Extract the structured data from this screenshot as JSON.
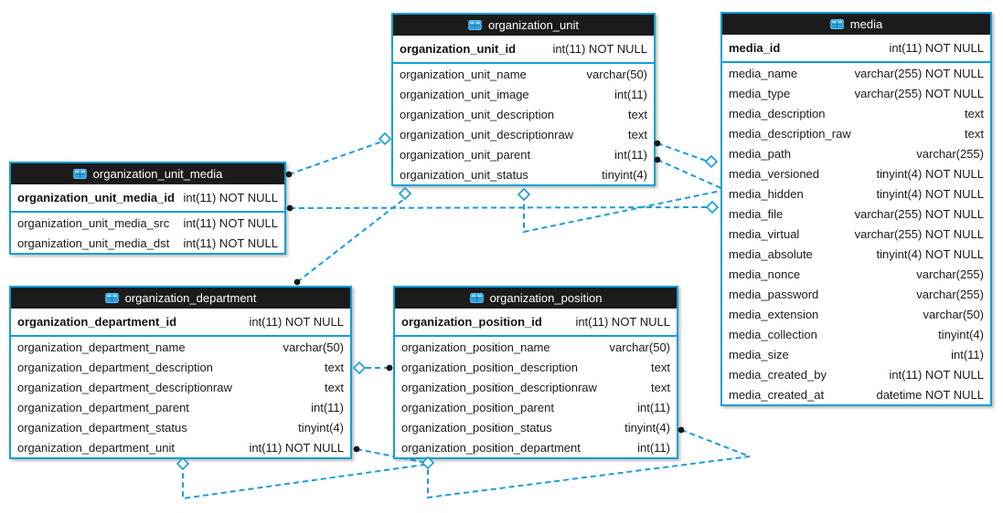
{
  "diagram": {
    "colors": {
      "table_border": "#0f9fd6",
      "header_bg": "#1b1b1b",
      "header_text": "#ffffff",
      "relationship_line": "#199cd8",
      "endpoint_dot": "#161616",
      "diamond_fill": "#ffffff",
      "row_bg": "#ffffff",
      "row_text": "#1a1a1a"
    },
    "tables": [
      {
        "id": "organization_unit",
        "title": "organization_unit",
        "icon": "table-icon",
        "primary_key": {
          "name": "organization_unit_id",
          "type": "int(11) NOT NULL"
        },
        "columns": [
          {
            "name": "organization_unit_name",
            "type": "varchar(50)"
          },
          {
            "name": "organization_unit_image",
            "type": "int(11)"
          },
          {
            "name": "organization_unit_description",
            "type": "text"
          },
          {
            "name": "organization_unit_descriptionraw",
            "type": "text"
          },
          {
            "name": "organization_unit_parent",
            "type": "int(11)"
          },
          {
            "name": "organization_unit_status",
            "type": "tinyint(4)"
          }
        ]
      },
      {
        "id": "media",
        "title": "media",
        "icon": "table-icon",
        "primary_key": {
          "name": "media_id",
          "type": "int(11) NOT NULL"
        },
        "columns": [
          {
            "name": "media_name",
            "type": "varchar(255) NOT NULL"
          },
          {
            "name": "media_type",
            "type": "varchar(255) NOT NULL"
          },
          {
            "name": "media_description",
            "type": "text"
          },
          {
            "name": "media_description_raw",
            "type": "text"
          },
          {
            "name": "media_path",
            "type": "varchar(255)"
          },
          {
            "name": "media_versioned",
            "type": "tinyint(4) NOT NULL"
          },
          {
            "name": "media_hidden",
            "type": "tinyint(4) NOT NULL"
          },
          {
            "name": "media_file",
            "type": "varchar(255) NOT NULL"
          },
          {
            "name": "media_virtual",
            "type": "varchar(255) NOT NULL"
          },
          {
            "name": "media_absolute",
            "type": "tinyint(4) NOT NULL"
          },
          {
            "name": "media_nonce",
            "type": "varchar(255)"
          },
          {
            "name": "media_password",
            "type": "varchar(255)"
          },
          {
            "name": "media_extension",
            "type": "varchar(50)"
          },
          {
            "name": "media_collection",
            "type": "tinyint(4)"
          },
          {
            "name": "media_size",
            "type": "int(11)"
          },
          {
            "name": "media_created_by",
            "type": "int(11) NOT NULL"
          },
          {
            "name": "media_created_at",
            "type": "datetime NOT NULL"
          }
        ]
      },
      {
        "id": "organization_unit_media",
        "title": "organization_unit_media",
        "icon": "table-icon",
        "primary_key": {
          "name": "organization_unit_media_id",
          "type": "int(11) NOT NULL"
        },
        "columns": [
          {
            "name": "organization_unit_media_src",
            "type": "int(11) NOT NULL"
          },
          {
            "name": "organization_unit_media_dst",
            "type": "int(11) NOT NULL"
          }
        ]
      },
      {
        "id": "organization_department",
        "title": "organization_department",
        "icon": "table-icon",
        "primary_key": {
          "name": "organization_department_id",
          "type": "int(11) NOT NULL"
        },
        "columns": [
          {
            "name": "organization_department_name",
            "type": "varchar(50)"
          },
          {
            "name": "organization_department_description",
            "type": "text"
          },
          {
            "name": "organization_department_descriptionraw",
            "type": "text"
          },
          {
            "name": "organization_department_parent",
            "type": "int(11)"
          },
          {
            "name": "organization_department_status",
            "type": "tinyint(4)"
          },
          {
            "name": "organization_department_unit",
            "type": "int(11) NOT NULL"
          }
        ]
      },
      {
        "id": "organization_position",
        "title": "organization_position",
        "icon": "table-icon",
        "primary_key": {
          "name": "organization_position_id",
          "type": "int(11) NOT NULL"
        },
        "columns": [
          {
            "name": "organization_position_name",
            "type": "varchar(50)"
          },
          {
            "name": "organization_position_description",
            "type": "text"
          },
          {
            "name": "organization_position_descriptionraw",
            "type": "text"
          },
          {
            "name": "organization_position_parent",
            "type": "int(11)"
          },
          {
            "name": "organization_position_status",
            "type": "tinyint(4)"
          },
          {
            "name": "organization_position_department",
            "type": "int(11)"
          }
        ]
      }
    ],
    "relationships": [
      {
        "id": "oum_src_to_unit",
        "from_table": "organization_unit_media",
        "to_table": "organization_unit"
      },
      {
        "id": "oum_dst_to_media",
        "from_table": "organization_unit_media",
        "to_table": "media"
      },
      {
        "id": "unit_to_media",
        "from_table": "organization_unit",
        "to_table": "media"
      },
      {
        "id": "unit_self",
        "from_table": "organization_unit",
        "to_table": "organization_unit"
      },
      {
        "id": "dept_to_unit",
        "from_table": "organization_department",
        "to_table": "organization_unit"
      },
      {
        "id": "pos_to_dept",
        "from_table": "organization_position",
        "to_table": "organization_department"
      },
      {
        "id": "dept_self",
        "from_table": "organization_department",
        "to_table": "organization_department"
      },
      {
        "id": "pos_self",
        "from_table": "organization_position",
        "to_table": "organization_position"
      }
    ]
  }
}
